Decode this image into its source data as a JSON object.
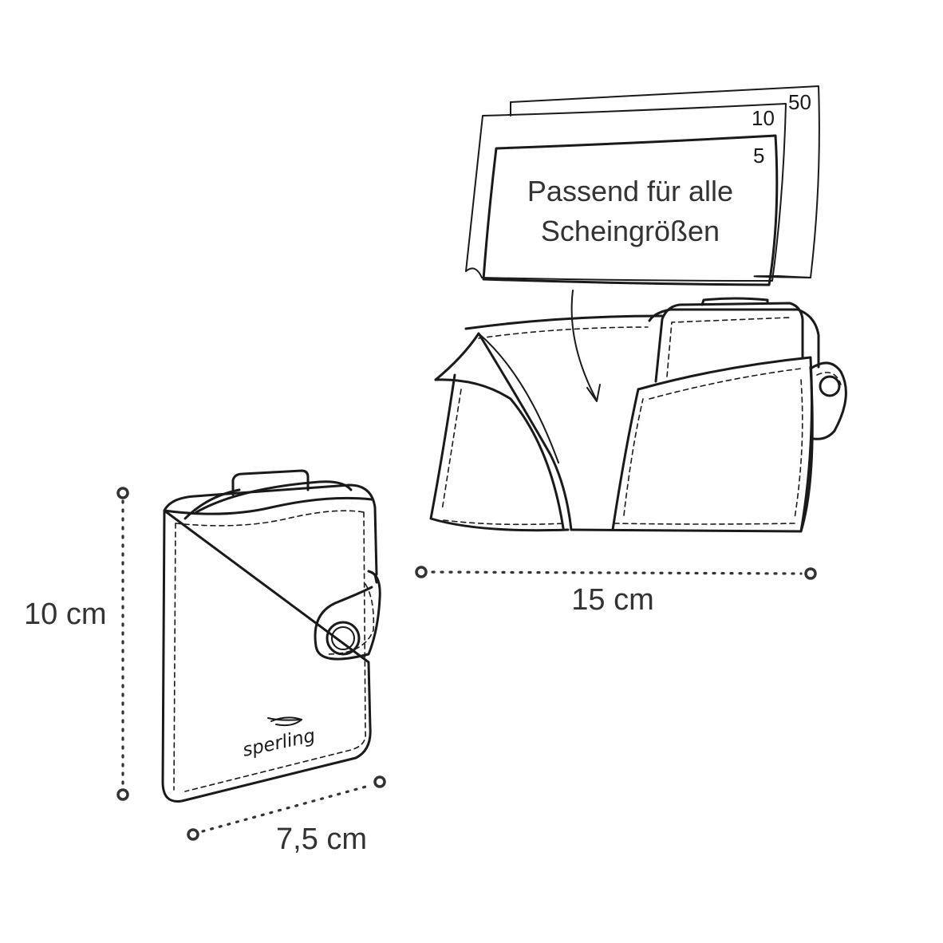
{
  "dimensions": {
    "height_label": "10 cm",
    "width_label": "7,5 cm",
    "open_width_label": "15 cm"
  },
  "note": {
    "line1": "Passend für alle",
    "line2": "Scheingrößen"
  },
  "banknotes": {
    "denomination_large": "50",
    "denomination_medium": "10",
    "denomination_small": "5"
  },
  "brand": {
    "name": "sperling"
  },
  "icons": {
    "leaf": "leaf-icon",
    "snap_button": "snap-button-icon",
    "arrow": "curved-arrow-icon"
  },
  "colors": {
    "ink": "#1a1a1a",
    "dimension": "#333333",
    "background": "#ffffff"
  }
}
